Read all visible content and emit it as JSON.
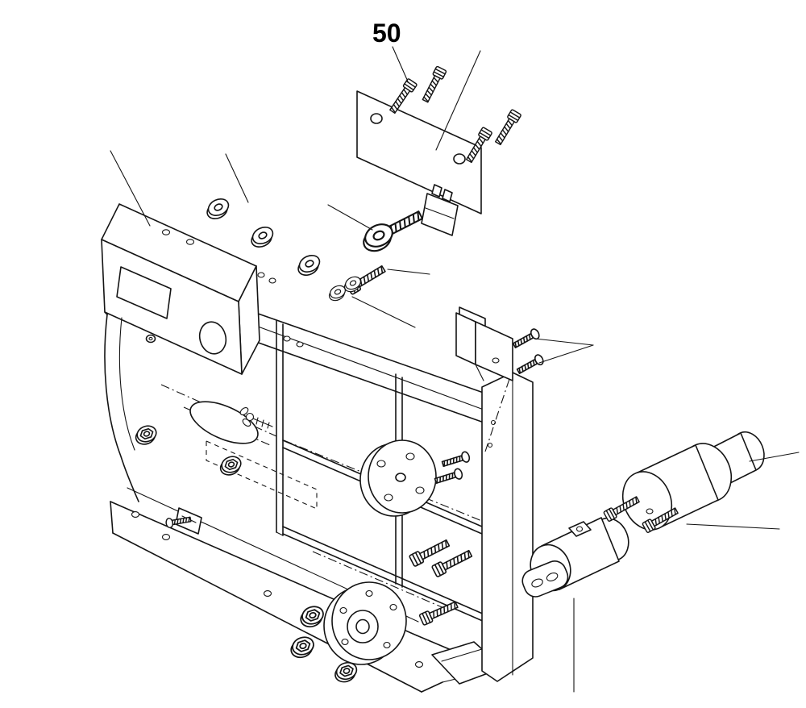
{
  "figure": {
    "type": "exploded-parts-diagram",
    "callout_label": "50",
    "line_color": "#141414",
    "background_color": "#ffffff",
    "parts": [
      "mounting-plate",
      "socket-cap-screw",
      "terminal-connector",
      "bolt-with-washer",
      "control-box",
      "flat-washer",
      "screw-with-washers",
      "main-frame",
      "top-rail",
      "right-post",
      "mounting-bracket",
      "bracket-screw",
      "oval-slot",
      "wing-screw",
      "flange-nut",
      "base-plate",
      "base-clip",
      "center-flange-disc",
      "stud-screw",
      "bearing-flange",
      "lower-cap-screw",
      "foot-plate",
      "small-cylinder-solenoid",
      "large-cylinder-motor",
      "mounting-screw",
      "leader-line"
    ]
  }
}
